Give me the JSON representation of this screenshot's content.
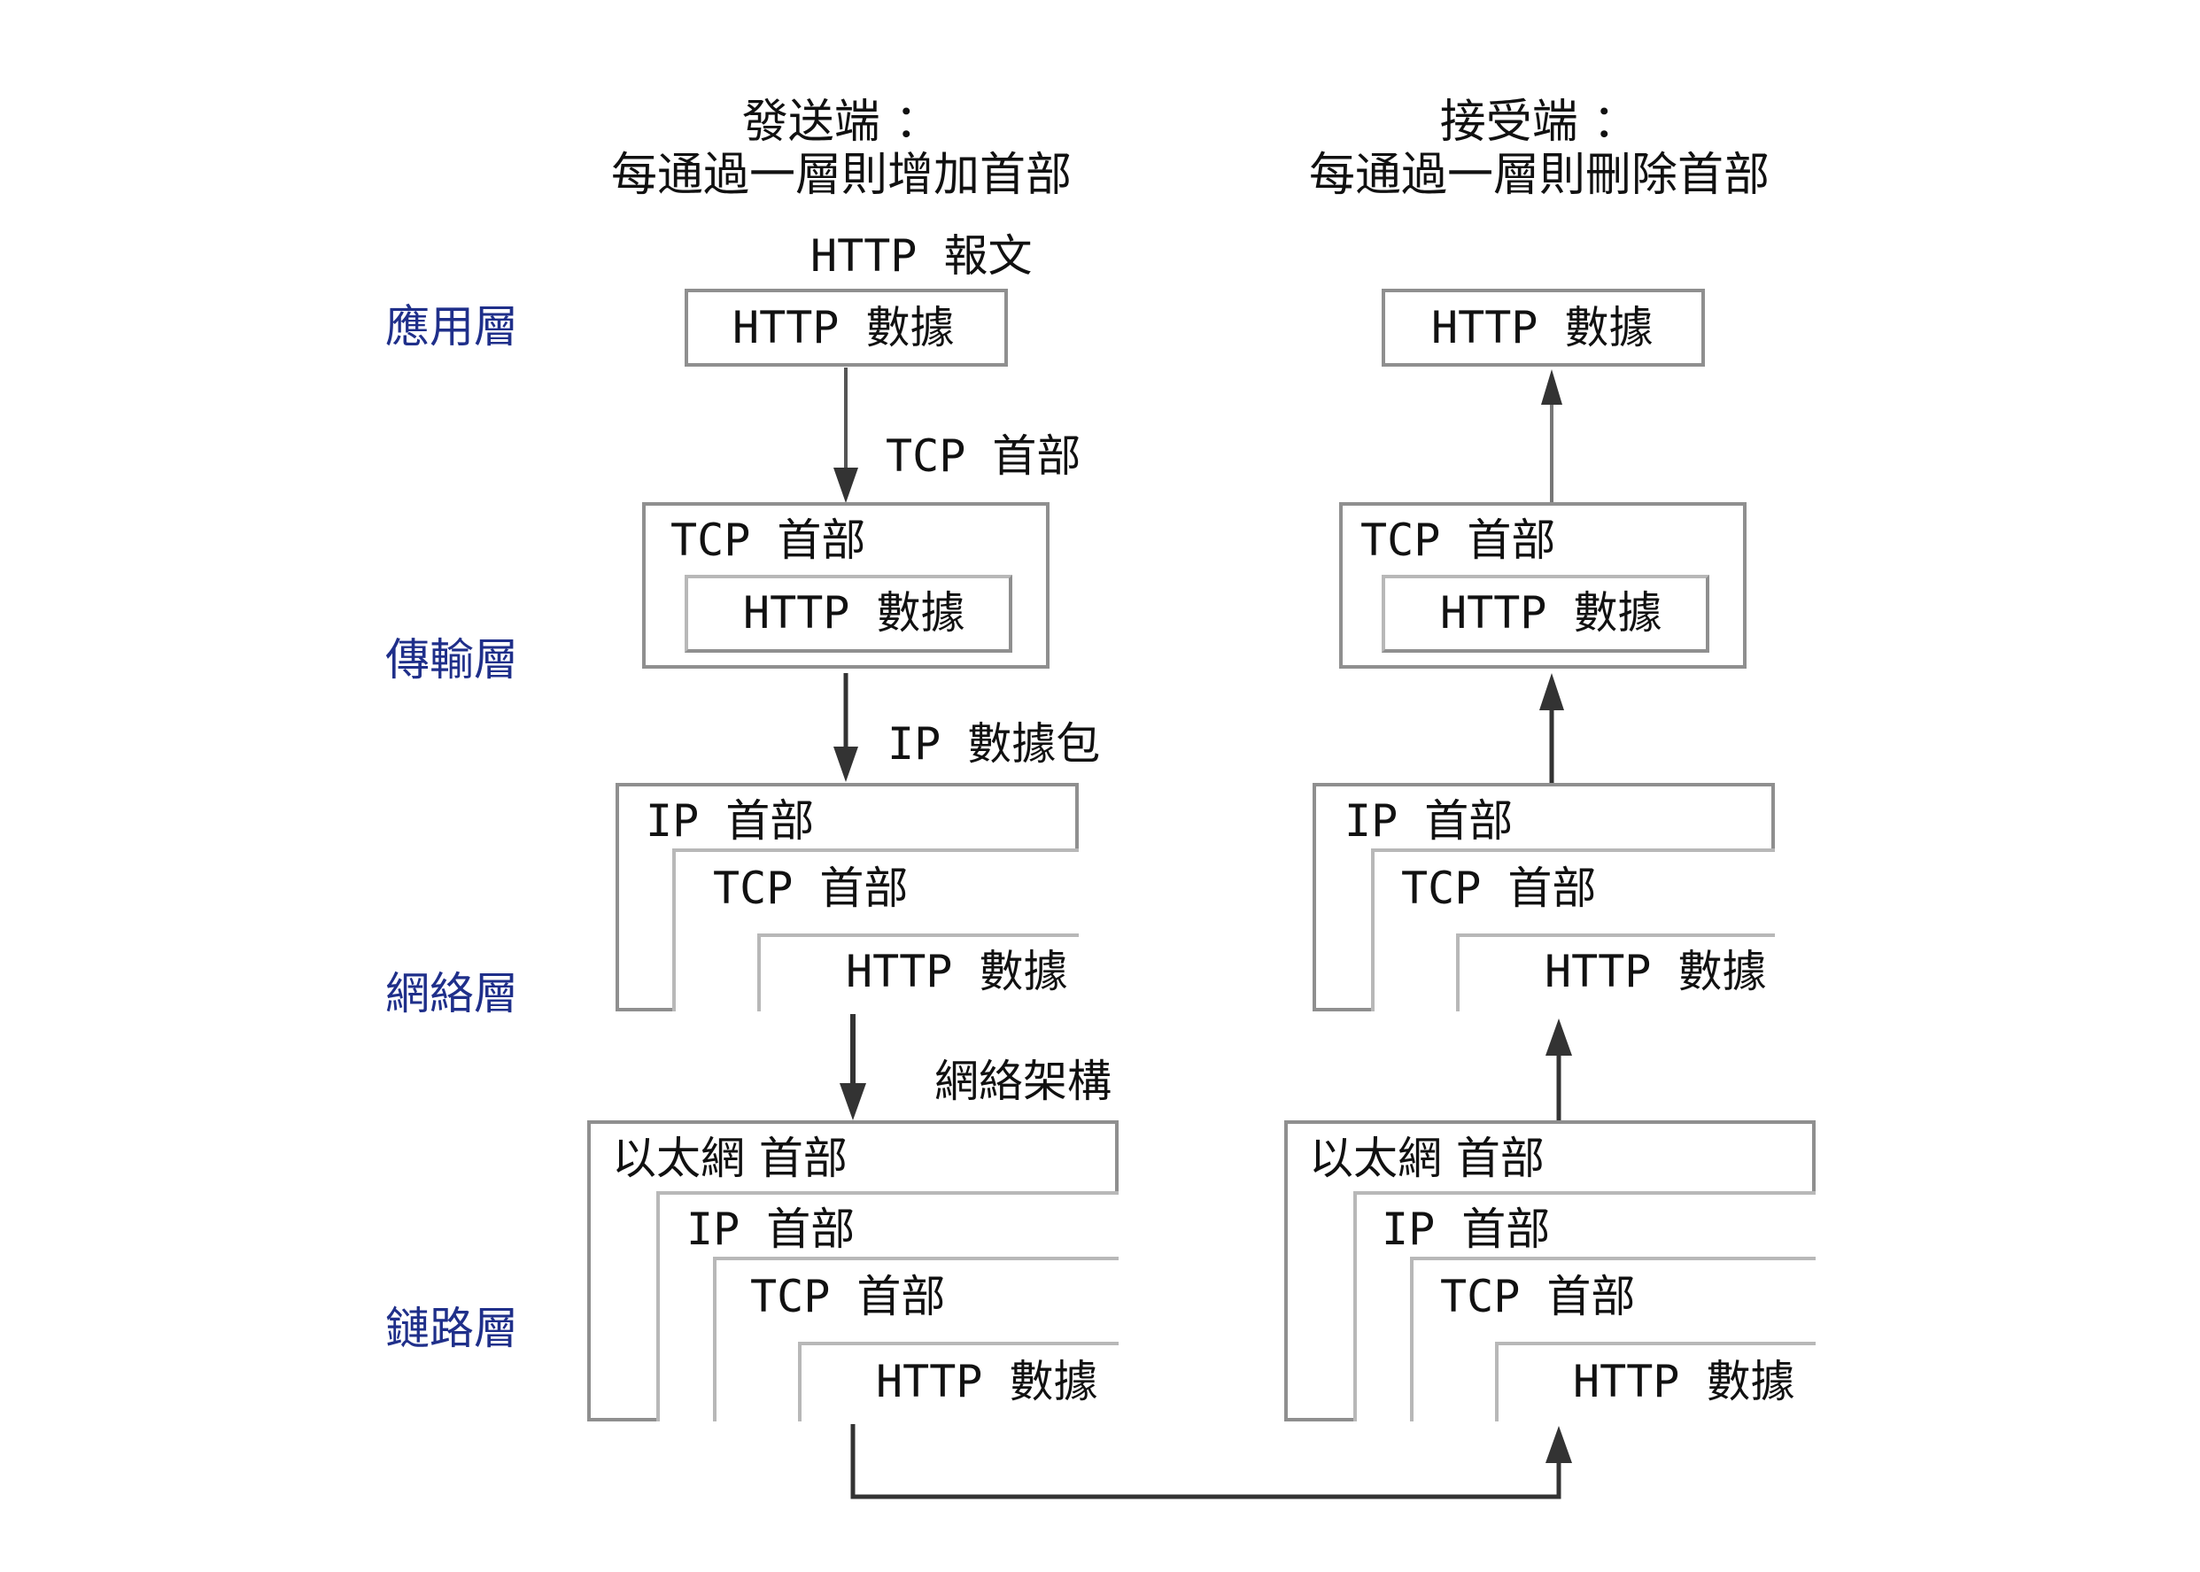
{
  "sender_heading": {
    "line1": "發送端 ：",
    "line2": "每通過一層則增加首部"
  },
  "receiver_heading": {
    "line1": "接受端 ：",
    "line2": "每通過一層則刪除首部"
  },
  "layers": {
    "application": "應用層",
    "transport": "傳輸層",
    "network": "網絡層",
    "link": "鏈路層"
  },
  "flow_labels": {
    "http_message": "HTTP 報文",
    "tcp_header": "TCP 首部",
    "ip_datagram": "IP 數據包",
    "network_frame": "網絡架構"
  },
  "box_text": {
    "http_data": "HTTP 數據",
    "tcp_header": "TCP 首部",
    "ip_header": "IP 首部",
    "ethernet_header": "以太網 首部"
  },
  "colors": {
    "layer_label": "#1f2f8a",
    "box_border": "#8f8f8f",
    "arrow": "#444444"
  }
}
